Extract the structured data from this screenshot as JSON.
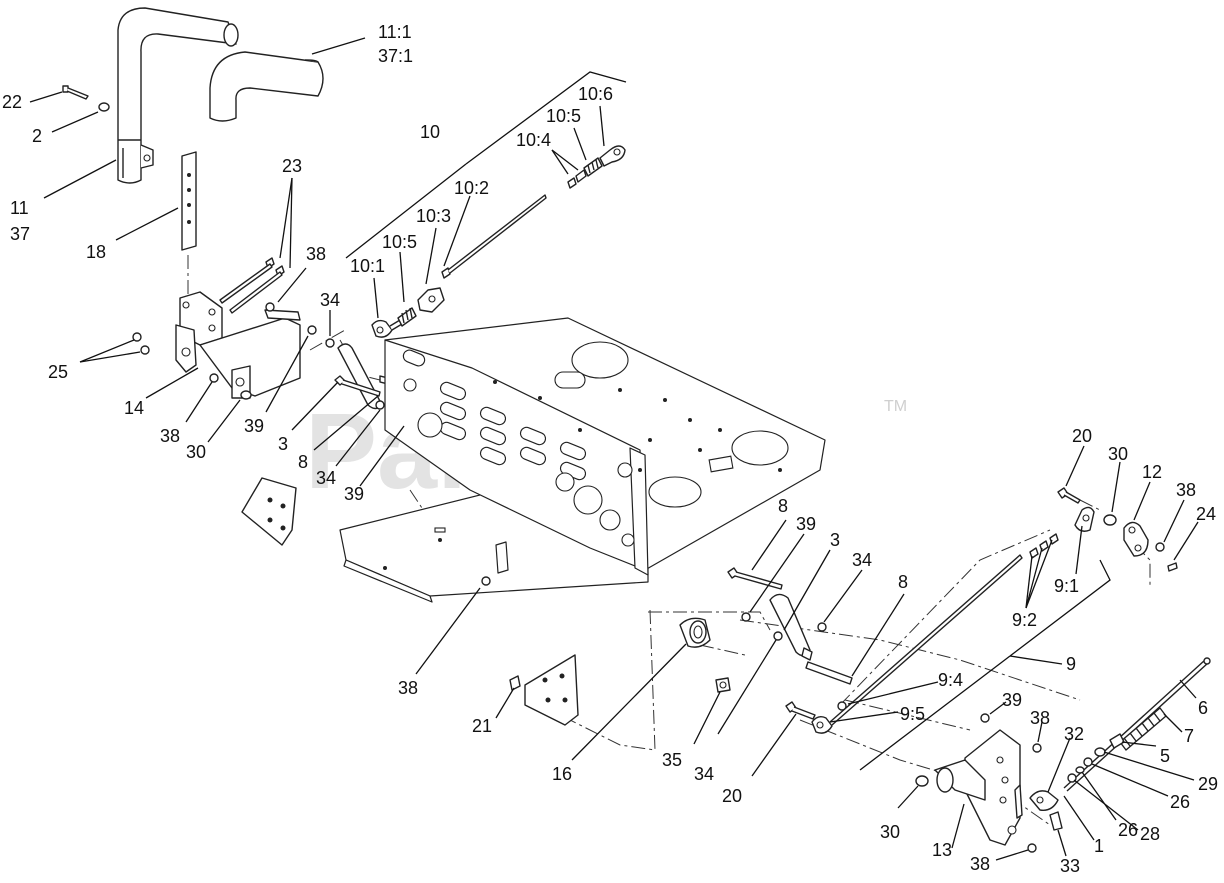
{
  "watermark": {
    "text": "PartsTree",
    "tm": "TM"
  },
  "labels": {
    "l11_1": "11:1",
    "l37_1": "37:1",
    "l22": "22",
    "l2": "2",
    "l11": "11",
    "l37": "37",
    "l18": "18",
    "l23": "23",
    "l10": "10",
    "l10_6": "10:6",
    "l10_5a": "10:5",
    "l10_4": "10:4",
    "l10_2": "10:2",
    "l10_3": "10:3",
    "l10_5b": "10:5",
    "l10_1": "10:1",
    "l38a": "38",
    "l34a": "34",
    "l25": "25",
    "l14": "14",
    "l38b": "38",
    "l30a": "30",
    "l39a": "39",
    "l3a": "3",
    "l8a": "8",
    "l34b": "34",
    "l39b": "39",
    "l20a": "20",
    "l30b": "30",
    "l12": "12",
    "l38c": "38",
    "l24": "24",
    "l8b": "8",
    "l39c": "39",
    "l3b": "3",
    "l34c": "34",
    "l8c": "8",
    "l9_1": "9:1",
    "l9_2": "9:2",
    "l9": "9",
    "l9_4": "9:4",
    "l9_5": "9:5",
    "l38d": "38",
    "l21": "21",
    "l16": "16",
    "l35": "35",
    "l34d": "34",
    "l20b": "20",
    "l39d": "39",
    "l38e": "38",
    "l32": "32",
    "l6": "6",
    "l7": "7",
    "l5": "5",
    "l29": "29",
    "l26a": "26",
    "l26b": "26",
    "l28": "28",
    "l1": "1",
    "l30c": "30",
    "l13": "13",
    "l38f": "38",
    "l33": "33"
  }
}
